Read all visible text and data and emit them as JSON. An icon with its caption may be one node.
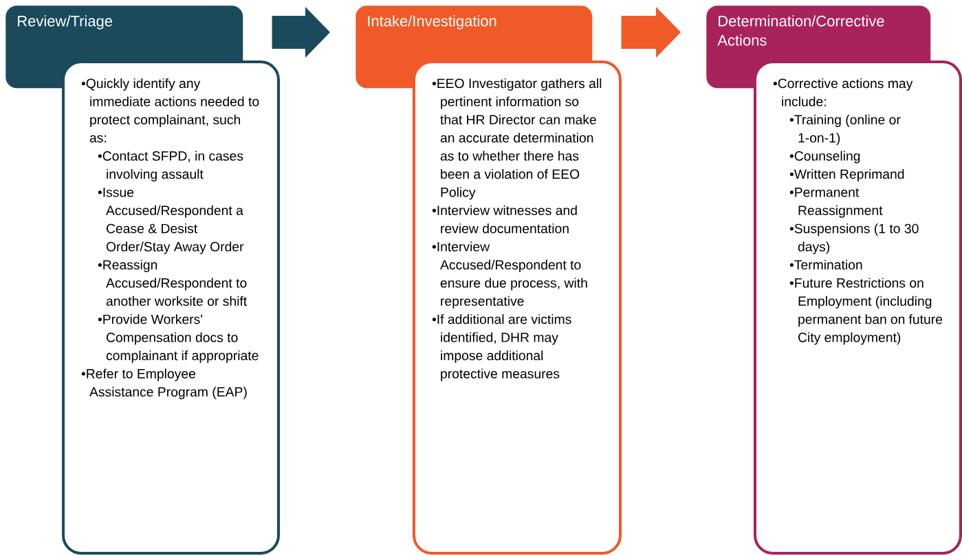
{
  "diagram": {
    "nodes": [
      {
        "text": [
          "Review/Triage"
        ]
      },
      {
        "text": [
          "•Quickly identify any immediate actions needed to protect complainant, such as:",
          "•Contact SFPD, in cases involving assault",
          "•Issue Accused/Respondent a Cease & Desist Order/Stay Away Order",
          "•Reassign Accused/Respondent to another worksite or shift",
          "•Provide Workers' Compensation docs to complainant if appropriate",
          "•Refer to Employee Assistance Program (EAP)"
        ]
      },
      {
        "text": [
          "Intake/Investigation"
        ]
      },
      {
        "text": [
          "•EEO Investigator gathers all pertinent information so that HR Director can make an accurate determination as to whether there has been a violation of EEO Policy",
          "•Interview  witnesses and review documentation",
          "•Interview Accused/Respondent to ensure due process, with representative",
          "•If additional are victims identified, DHR may impose additional protective measures"
        ]
      },
      {
        "text": [
          "Determination/Corrective Actions"
        ]
      },
      {
        "text": [
          "•Corrective actions may include:",
          "•Training (online or 1-on-1)",
          "•Counseling",
          "•Written Reprimand",
          "•Permanent Reassignment",
          "•Suspensions (1 to 30 days)",
          "•Termination",
          "•Future Restrictions on  Employment (including permanent ban on future City employment)"
        ]
      }
    ],
    "edges": [
      {
        "from": 0,
        "to": 2,
        "arrow": "to",
        "color": "#1b4a5c"
      },
      {
        "from": 2,
        "to": 4,
        "arrow": "to",
        "color": "#f05a28"
      }
    ]
  }
}
